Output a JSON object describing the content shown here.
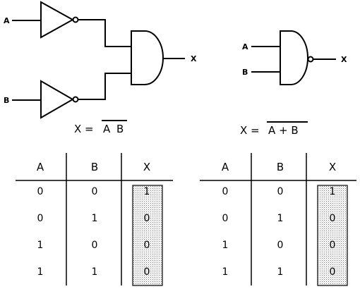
{
  "left_circuit": {
    "inputs": [
      "A",
      "B"
    ],
    "output": "X",
    "equation": {
      "lhs": "X =",
      "over_a": "A",
      "over_b": "B"
    }
  },
  "right_circuit": {
    "inputs": [
      "A",
      "B"
    ],
    "output": "X",
    "equation": {
      "lhs": "X =",
      "over": "A + B"
    }
  },
  "tables": [
    {
      "headers": [
        "A",
        "B",
        "X"
      ],
      "rows": [
        [
          "0",
          "0",
          "1"
        ],
        [
          "0",
          "1",
          "0"
        ],
        [
          "1",
          "0",
          "0"
        ],
        [
          "1",
          "1",
          "0"
        ]
      ]
    },
    {
      "headers": [
        "A",
        "B",
        "X"
      ],
      "rows": [
        [
          "0",
          "0",
          "1"
        ],
        [
          "0",
          "1",
          "0"
        ],
        [
          "1",
          "0",
          "0"
        ],
        [
          "1",
          "1",
          "0"
        ]
      ]
    }
  ]
}
